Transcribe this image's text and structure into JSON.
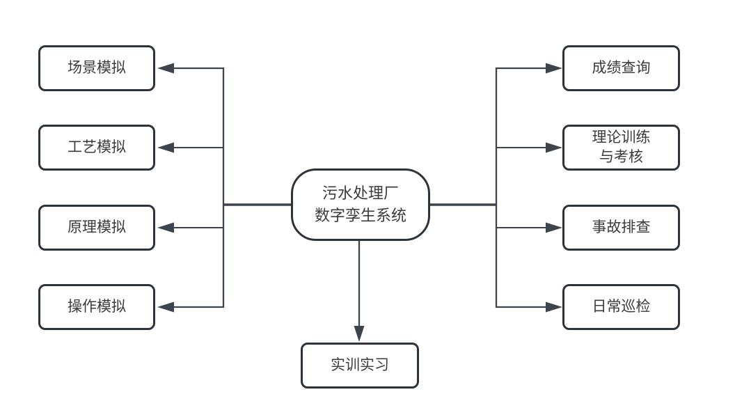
{
  "diagram": {
    "center_node": {
      "label": "污水处理厂\n数字孪生系统"
    },
    "left_nodes": [
      {
        "label": "场景模拟"
      },
      {
        "label": "工艺模拟"
      },
      {
        "label": "原理模拟"
      },
      {
        "label": "操作模拟"
      }
    ],
    "right_nodes": [
      {
        "label": "成绩查询"
      },
      {
        "label": "理论训练\n与考核"
      },
      {
        "label": "事故排查"
      },
      {
        "label": "日常巡检"
      }
    ],
    "bottom_node": {
      "label": "实训实习"
    },
    "colors": {
      "background": "#ffffff",
      "node_fill": "#ffffff",
      "node_border": "#2c333b",
      "connector": "#3d444b",
      "text": "#3b3b3b"
    }
  }
}
